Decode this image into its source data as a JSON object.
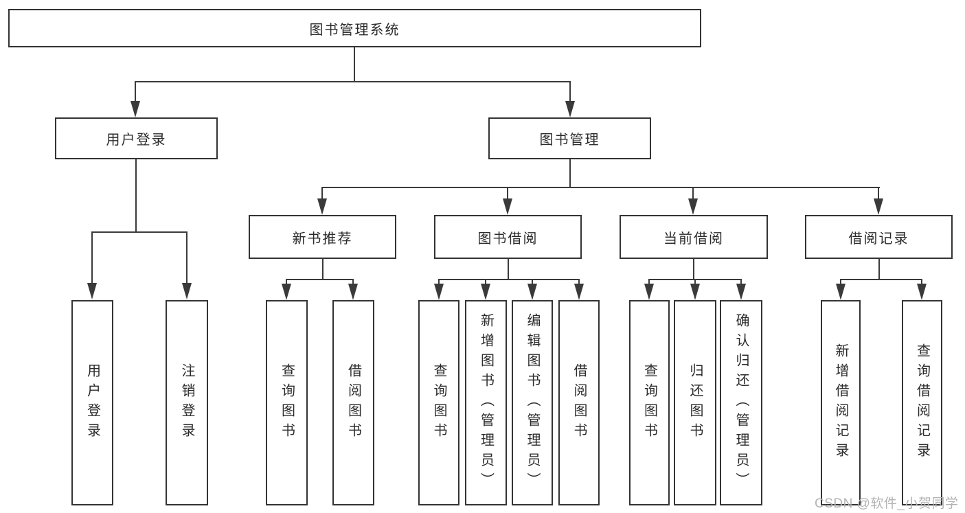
{
  "diagram": {
    "root": {
      "label": "图书管理系统"
    },
    "level2": [
      {
        "label": "用户登录"
      },
      {
        "label": "图书管理"
      }
    ],
    "level3": [
      {
        "label": "新书推荐"
      },
      {
        "label": "图书借阅"
      },
      {
        "label": "当前借阅"
      },
      {
        "label": "借阅记录"
      }
    ],
    "leaves": {
      "user_login": [
        {
          "label": "用户登录"
        },
        {
          "label": "注销登录"
        }
      ],
      "new_book": [
        {
          "label": "查询图书"
        },
        {
          "label": "借阅图书"
        }
      ],
      "book_borrow": [
        {
          "label": "查询图书"
        },
        {
          "label": "新增图书（管理员）"
        },
        {
          "label": "编辑图书（管理员）"
        },
        {
          "label": "借阅图书"
        }
      ],
      "current_borrow": [
        {
          "label": "查询图书"
        },
        {
          "label": "归还图书"
        },
        {
          "label": "确认归还（管理员）"
        }
      ],
      "records": [
        {
          "label": "新增借阅记录"
        },
        {
          "label": "查询借阅记录"
        }
      ]
    },
    "colors": {
      "line": "#3a3a3a",
      "border": "#333333",
      "text": "#2b2b2b",
      "watermark": "#b3b3b3"
    },
    "watermark": {
      "text": "CSDN @软件_小贺同学"
    }
  }
}
